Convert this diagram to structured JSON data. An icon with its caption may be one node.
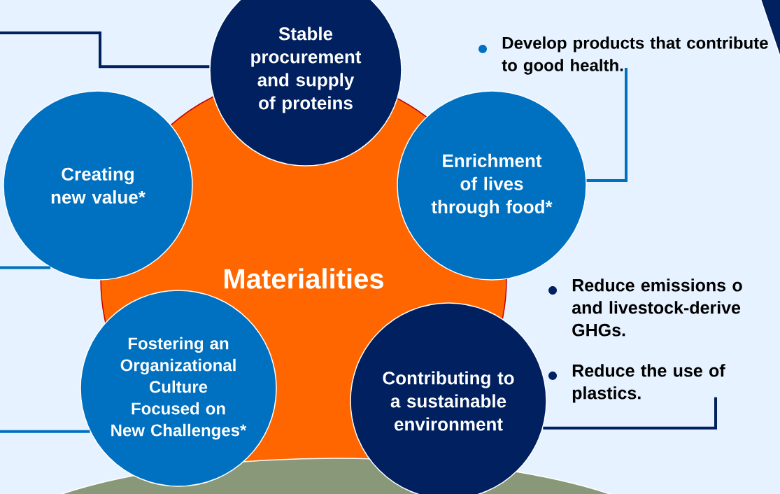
{
  "diagram": {
    "nodes": [
      {
        "text": [
          "Materialities"
        ]
      },
      {
        "text": [
          "Stable procurement and supply of proteins"
        ]
      },
      {
        "text": [
          "Enrichment of lives through food*"
        ]
      },
      {
        "text": [
          "Creating new value*"
        ]
      },
      {
        "text": [
          "Fostering an Organizational Culture Focused on New Challenges*"
        ]
      },
      {
        "text": [
          "Contributing to a sustainable environment"
        ]
      },
      {
        "text": [
          "Develop products that contribute to good health."
        ]
      },
      {
        "text": [
          "Reduce emissions o and livestock-derive GHGs."
        ]
      },
      {
        "text": [
          "Reduce the use of plastics."
        ]
      }
    ],
    "edges": [
      {
        "from": null,
        "to": 1,
        "arrow": "none",
        "color": "#002060"
      },
      {
        "from": 6,
        "to": 2,
        "arrow": "none",
        "color": "#0070c0"
      },
      {
        "from": null,
        "to": 3,
        "arrow": "none",
        "color": "#0070c0"
      },
      {
        "from": null,
        "to": 4,
        "arrow": "none",
        "color": "#0070c0"
      },
      {
        "from": 8,
        "to": 5,
        "arrow": "none",
        "color": "#002060"
      }
    ]
  }
}
